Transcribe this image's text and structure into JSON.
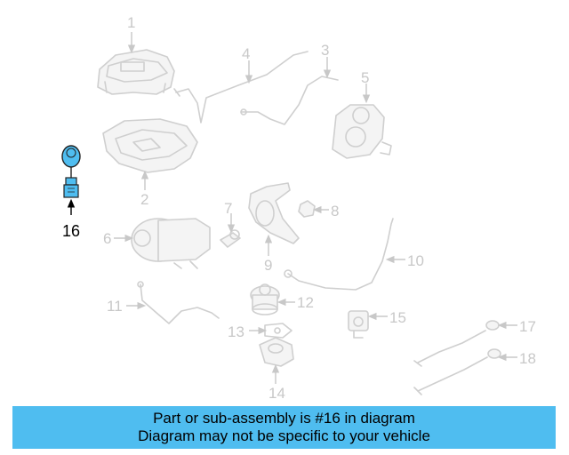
{
  "callouts": {
    "c1": "1",
    "c2": "2",
    "c3": "3",
    "c4": "4",
    "c5": "5",
    "c6": "6",
    "c7": "7",
    "c8": "8",
    "c9": "9",
    "c10": "10",
    "c11": "11",
    "c12": "12",
    "c13": "13",
    "c14": "14",
    "c15": "15",
    "c16": "16",
    "c17": "17",
    "c18": "18"
  },
  "highlight": {
    "part": "16",
    "color": "#4fbdf0"
  },
  "banner": {
    "line1": "Part or sub-assembly is #16 in diagram",
    "line2": "Diagram may not be specific to your vehicle",
    "color": "#4fbdf0"
  }
}
